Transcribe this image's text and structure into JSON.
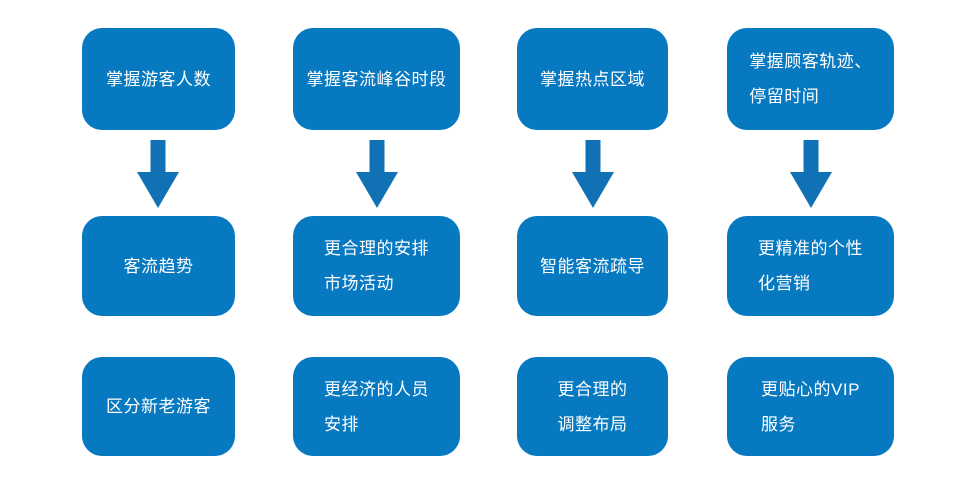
{
  "diagram": {
    "colors": {
      "box": "#0779c1",
      "arrow": "#1171b5",
      "text": "#ffffff",
      "background": "#ffffff"
    },
    "columns": [
      {
        "top": "掌握游客人数",
        "middle": "客流趋势",
        "bottom": "区分新老游客"
      },
      {
        "top": "掌握客流峰谷时段",
        "middle": "更合理的安排\n市场活动",
        "bottom": "更经济的人员\n安排"
      },
      {
        "top": "掌握热点区域",
        "middle": "智能客流疏导",
        "bottom": "更合理的\n调整布局"
      },
      {
        "top": "掌握顾客轨迹、\n停留时间",
        "middle": "更精准的个性\n化营销",
        "bottom": "更贴心的VIP\n服务"
      }
    ]
  }
}
